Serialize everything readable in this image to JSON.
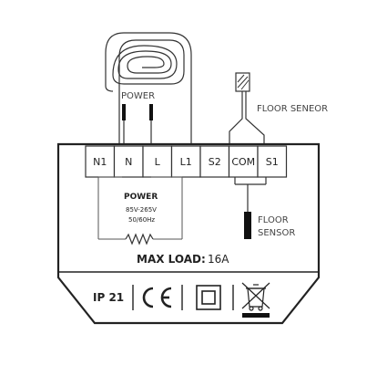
{
  "labels": {
    "power_top": "POWER",
    "floor_seneor": "FLOOR SENEOR",
    "floor_sensor_line1": "FLOOR",
    "floor_sensor_line2": "SENSOR",
    "power_inner": "POWER",
    "voltage": "85V-265V",
    "frequency": "50/60Hz",
    "max_load_label": "MAX LOAD:",
    "max_load_value": "16A",
    "ip_rating": "IP 21"
  },
  "terminals": [
    "N1",
    "N",
    "L",
    "L1",
    "S2",
    "COM",
    "S1"
  ],
  "icons": {
    "ce": "ce-mark-icon",
    "double_insulation": "double-insulation-icon",
    "weee": "crossed-out-bin-icon",
    "heating_coil": "heating-coil-icon",
    "sensor_probe": "sensor-probe-icon",
    "resistor": "resistor-icon"
  }
}
